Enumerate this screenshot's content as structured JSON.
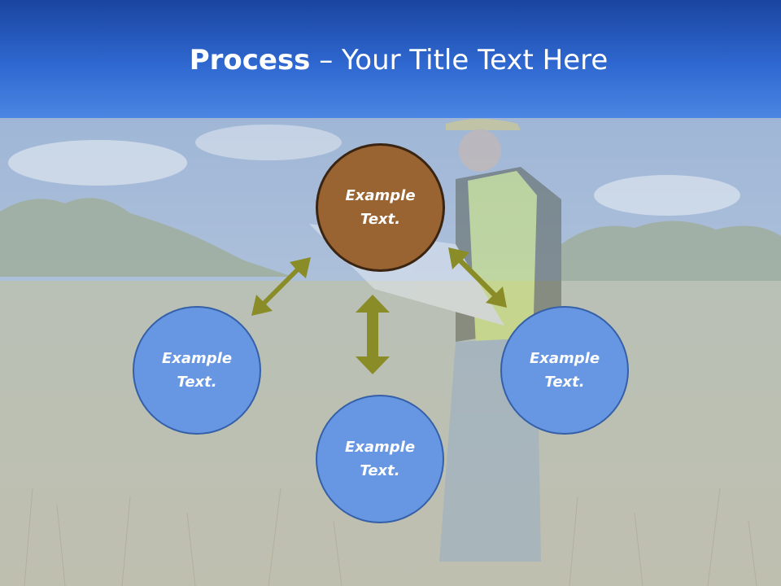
{
  "title": {
    "bold": "Process",
    "rest": " – Your Title Text Here"
  },
  "nodes": {
    "top": "Example Text.",
    "left": "Example Text.",
    "bottom": "Example Text.",
    "right": "Example Text."
  },
  "colors": {
    "header": "#2f68d0",
    "center_node": "#9a6332",
    "outer_node": "#6796e2",
    "arrow": "#8a8c28"
  }
}
